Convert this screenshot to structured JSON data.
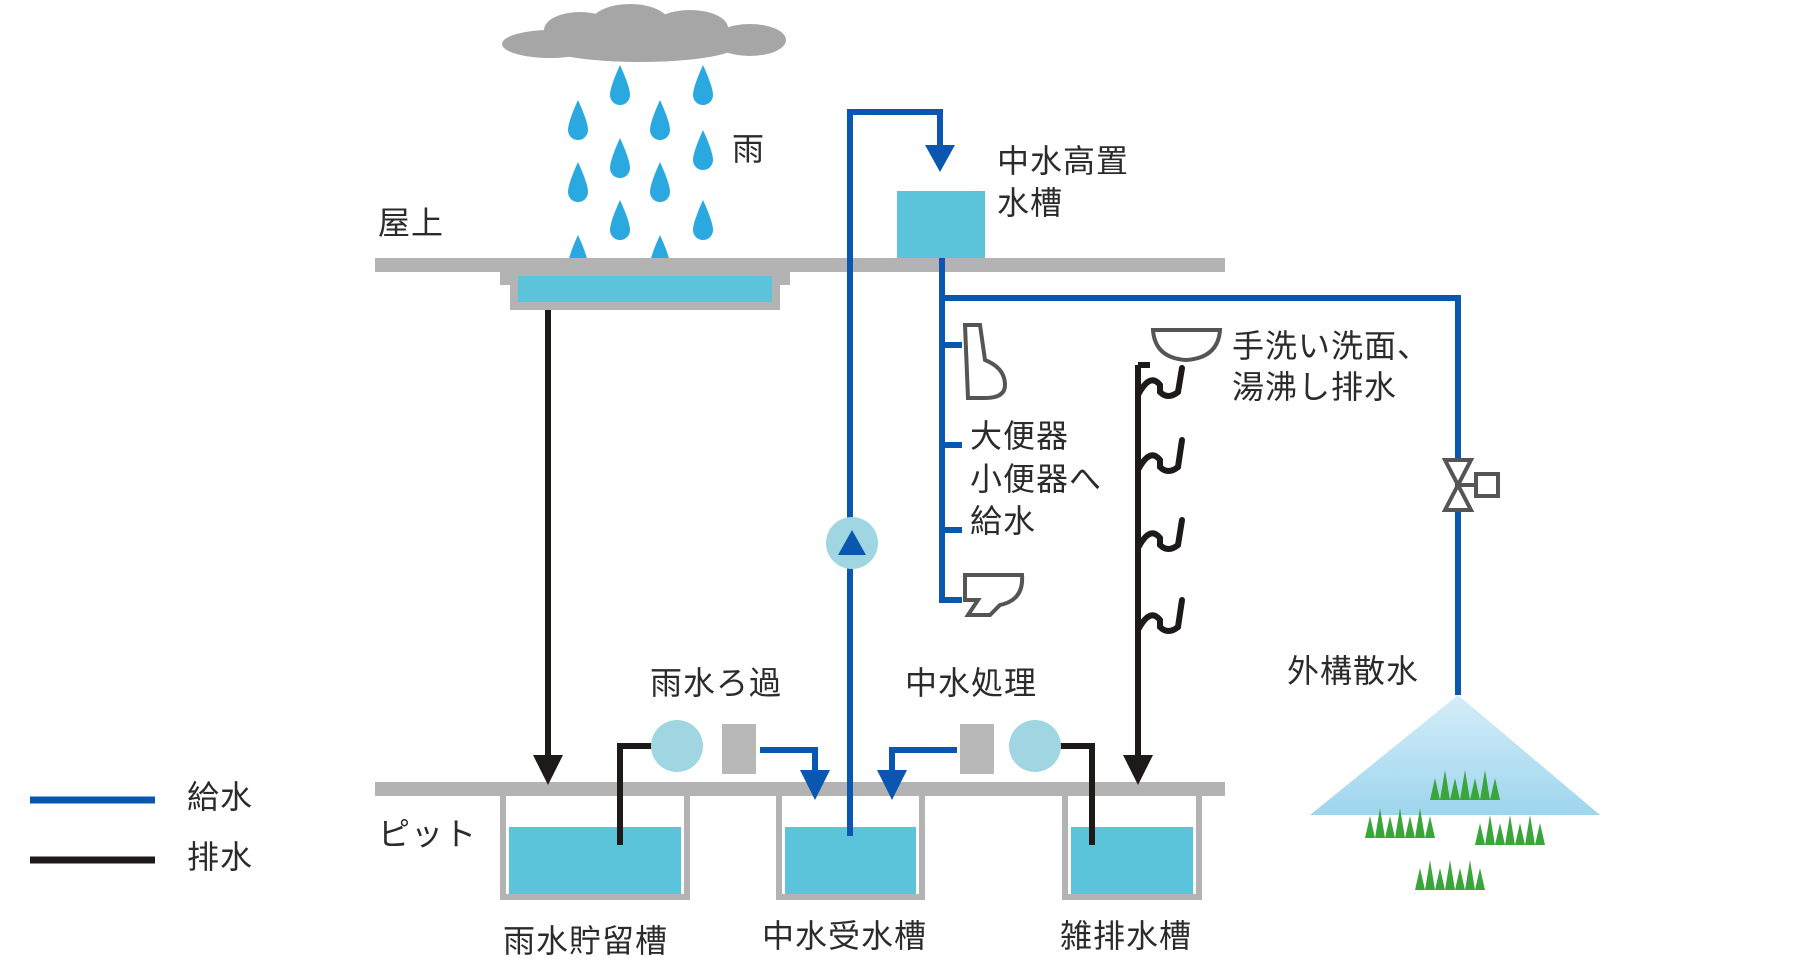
{
  "labels": {
    "rain": "雨",
    "rooftop": "屋上",
    "elevated_tank_line1": "中水高置",
    "elevated_tank_line2": "水槽",
    "handwash_line1": "手洗い洗面、",
    "handwash_line2": "湯沸し排水",
    "toilet_line1": "大便器",
    "toilet_line2": "小便器へ",
    "toilet_line3": "給水",
    "exterior_watering": "外構散水",
    "rain_filtration": "雨水ろ過",
    "greywater_treatment": "中水処理",
    "pit": "ピット",
    "rain_storage_tank": "雨水貯留槽",
    "greywater_receiving_tank": "中水受水槽",
    "misc_drainage_tank": "雑排水槽"
  },
  "legend": {
    "supply": "給水",
    "drainage": "排水"
  },
  "colors": {
    "supply_line": "#0a57b0",
    "drainage_line": "#1f1a1a",
    "water": "#5bc3da",
    "slab": "#b3b3b3",
    "cloud": "#a6a6a6",
    "raindrop": "#2aa8e0",
    "pump_circle": "#9fd6e2",
    "filter": "#b8b8b8",
    "spray": "#9ad3ec",
    "grass": "#3aa53a"
  },
  "icons": [
    "cloud-icon",
    "raindrop-icon",
    "pump-icon",
    "filter-icon",
    "valve-icon",
    "toilet-icon",
    "urinal-icon",
    "washbasin-icon",
    "trap-icon",
    "sprinkler-icon",
    "grass-icon"
  ]
}
